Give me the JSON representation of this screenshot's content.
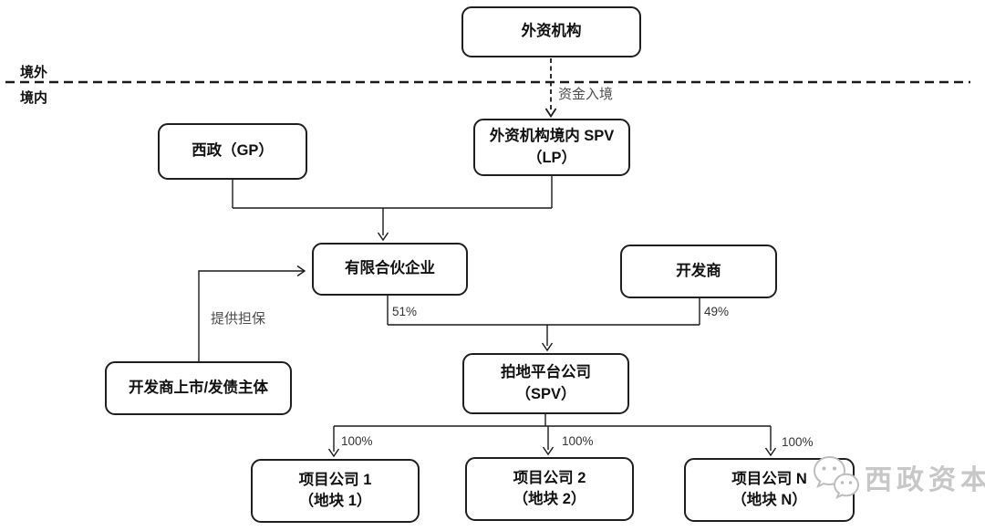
{
  "regions": {
    "offshore": "境外",
    "onshore": "境内"
  },
  "nodes": {
    "foreign": {
      "line1": "外资机构"
    },
    "gp": {
      "line1": "西政（GP）"
    },
    "spv_lp": {
      "line1": "外资机构境内 SPV",
      "line2": "（LP）"
    },
    "lp_firm": {
      "line1": "有限合伙企业"
    },
    "developer": {
      "line1": "开发商"
    },
    "guarantor": {
      "line1": "开发商上市/发债主体"
    },
    "platform": {
      "line1": "拍地平台公司",
      "line2": "（SPV）"
    },
    "project1": {
      "line1": "项目公司 1",
      "line2": "（地块 1）"
    },
    "project2": {
      "line1": "项目公司 2",
      "line2": "（地块 2）"
    },
    "projectN": {
      "line1": "项目公司 N",
      "line2": "（地块 N）"
    }
  },
  "edge_labels": {
    "funds_inbound": "资金入境",
    "guarantee": "提供担保",
    "pct_lp": "51%",
    "pct_dev": "49%",
    "pct_p1": "100%",
    "pct_p2": "100%",
    "pct_pn": "100%"
  },
  "watermark": {
    "icon": "wechat-icon",
    "text": "西政资本"
  },
  "colors": {
    "line": "#1a1a1a",
    "box_border": "#1f1f1f",
    "box_fill": "#ffffff",
    "gray_label": "#4d4d4d",
    "pct_label": "#333333",
    "watermark": "#c7c7c7"
  }
}
